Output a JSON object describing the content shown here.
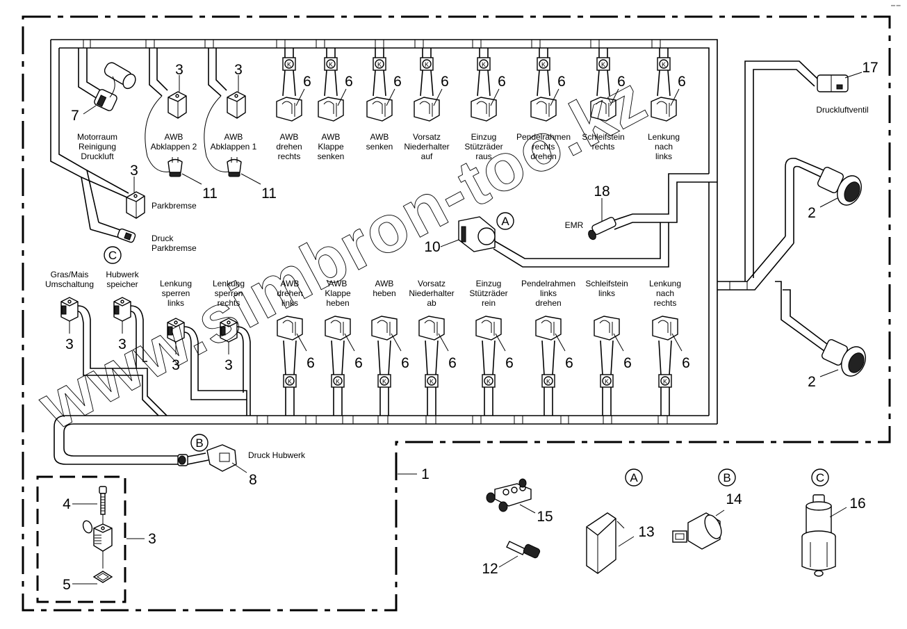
{
  "diagram": {
    "kind": "wiring-harness-parts-diagram",
    "watermark": "www.simbron-too.kz",
    "assembly_callout": "1",
    "top_connectors": [
      {
        "label": "Motorraum\nReinigung\nDruckluft",
        "callout": "7"
      },
      {
        "label": "AWB\nAbklappen 2",
        "callout": "3",
        "plug_callout": "11"
      },
      {
        "label": "AWB\nAbklappen 1",
        "callout": "3",
        "plug_callout": "11"
      },
      {
        "label": "AWB\ndrehen\nrechts",
        "callout": "6"
      },
      {
        "label": "AWB\nKlappe\nsenken",
        "callout": "6"
      },
      {
        "label": "AWB\nsenken",
        "callout": "6"
      },
      {
        "label": "Vorsatz\nNiederhalter\nauf",
        "callout": "6"
      },
      {
        "label": "Einzug\nStützräder\nraus",
        "callout": "6"
      },
      {
        "label": "Pendelrahmen\nrechts\ndrehen",
        "callout": "6"
      },
      {
        "label": "Schleifstein\nrechts",
        "callout": "6"
      },
      {
        "label": "Lenkung\nnach\nlinks",
        "callout": "6"
      }
    ],
    "left_connectors": [
      {
        "label": "Parkbremse",
        "callout": "3"
      },
      {
        "label": "Druck\nParkbremse",
        "ref": "C"
      }
    ],
    "bottom_connectors": [
      {
        "label": "Gras/Mais\nUmschaltung",
        "callout": "3"
      },
      {
        "label": "Hubwerk\nspeicher",
        "callout": "3"
      },
      {
        "label": "Lenkung\nsperren\nlinks",
        "callout": "3"
      },
      {
        "label": "Lenkung\nsperren\nrechts",
        "callout": "3"
      },
      {
        "label": "AWB\ndrehen\nlinks",
        "callout": "6"
      },
      {
        "label": "AWB\nKlappe\nheben",
        "callout": "6"
      },
      {
        "label": "AWB\nheben",
        "callout": "6"
      },
      {
        "label": "Vorsatz\nNiederhalter\nab",
        "callout": "6"
      },
      {
        "label": "Einzug\nStützräder\nrein",
        "callout": "6"
      },
      {
        "label": "Pendelrahmen\nlinks\ndrehen",
        "callout": "6"
      },
      {
        "label": "Schleifstein\nlinks",
        "callout": "6"
      },
      {
        "label": "Lenkung\nnach\nrechts",
        "callout": "6"
      }
    ],
    "diode_marker": "K",
    "right_side": {
      "druckluftventil": {
        "label": "Druckluftventil",
        "callout": "17"
      },
      "round_connector_upper": {
        "callout": "2"
      },
      "round_connector_lower": {
        "callout": "2"
      }
    },
    "middle": {
      "connector_10": {
        "callout": "10",
        "ref": "A"
      },
      "emr": {
        "label": "EMR",
        "callout": "18"
      }
    },
    "druck_hubwerk": {
      "label": "Druck Hubwerk",
      "callout": "8",
      "ref": "B"
    },
    "detail_box": {
      "bolt": "4",
      "valve_plug": "3",
      "seal": "5"
    },
    "loose_parts": [
      {
        "callout": "15",
        "name": "t-distributor"
      },
      {
        "callout": "12",
        "name": "adapter"
      },
      {
        "callout": "13",
        "name": "cover-block",
        "ref": "A"
      },
      {
        "callout": "14",
        "name": "pressure-switch",
        "ref": "B"
      },
      {
        "callout": "16",
        "name": "pressure-sensor",
        "ref": "C"
      }
    ]
  }
}
